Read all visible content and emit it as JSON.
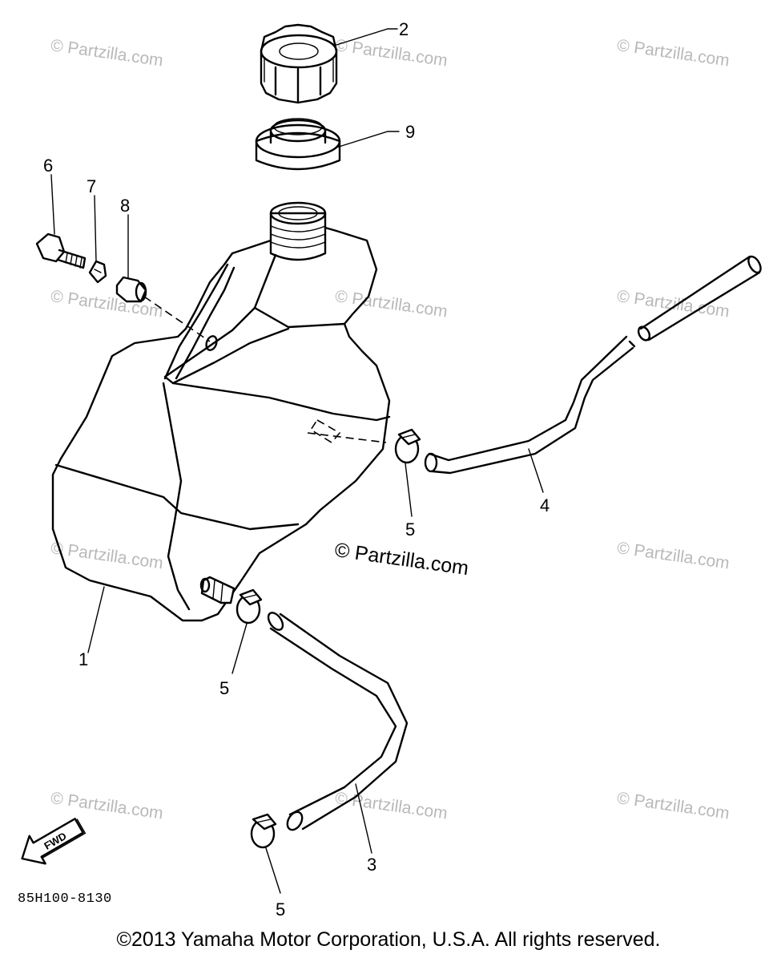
{
  "watermark": "© Partzilla.com",
  "center_watermark": "© Partzilla.com",
  "callouts": {
    "tank": "1",
    "cap": "2",
    "fuel_hose": "3",
    "breather_hose": "4",
    "clip_upper": "5",
    "clip_middle": "5",
    "clip_lower": "5",
    "bolt": "6",
    "washer": "7",
    "damper": "8",
    "filler_seal": "9"
  },
  "fwd_arrow_label": "FWD",
  "diagram_code": "85H100-8130",
  "copyright": "©2013 Yamaha Motor Corporation, U.S.A. All rights reserved."
}
